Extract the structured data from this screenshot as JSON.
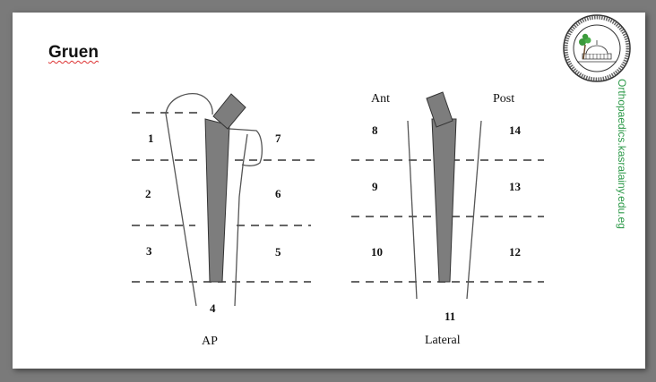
{
  "slide": {
    "title": "Gruen",
    "website": "Orthopaedics.kasralainy.edu.eg",
    "logo": {
      "name": "department-of-orthopaedics-seal",
      "ring_text": "Department of Orthopaedics & Traumatology · Kasr Alainy School of Medicine · Cairo University"
    }
  },
  "diagram": {
    "ap": {
      "caption": "AP",
      "zones": [
        "1",
        "2",
        "3",
        "4",
        "5",
        "6",
        "7"
      ]
    },
    "lateral": {
      "caption": "Lateral",
      "ant_label": "Ant",
      "post_label": "Post",
      "zones": [
        "8",
        "9",
        "10",
        "11",
        "12",
        "13",
        "14"
      ]
    },
    "colors": {
      "stem": "#7d7d7d",
      "lines": "#555555",
      "dashes": "#666666"
    }
  }
}
